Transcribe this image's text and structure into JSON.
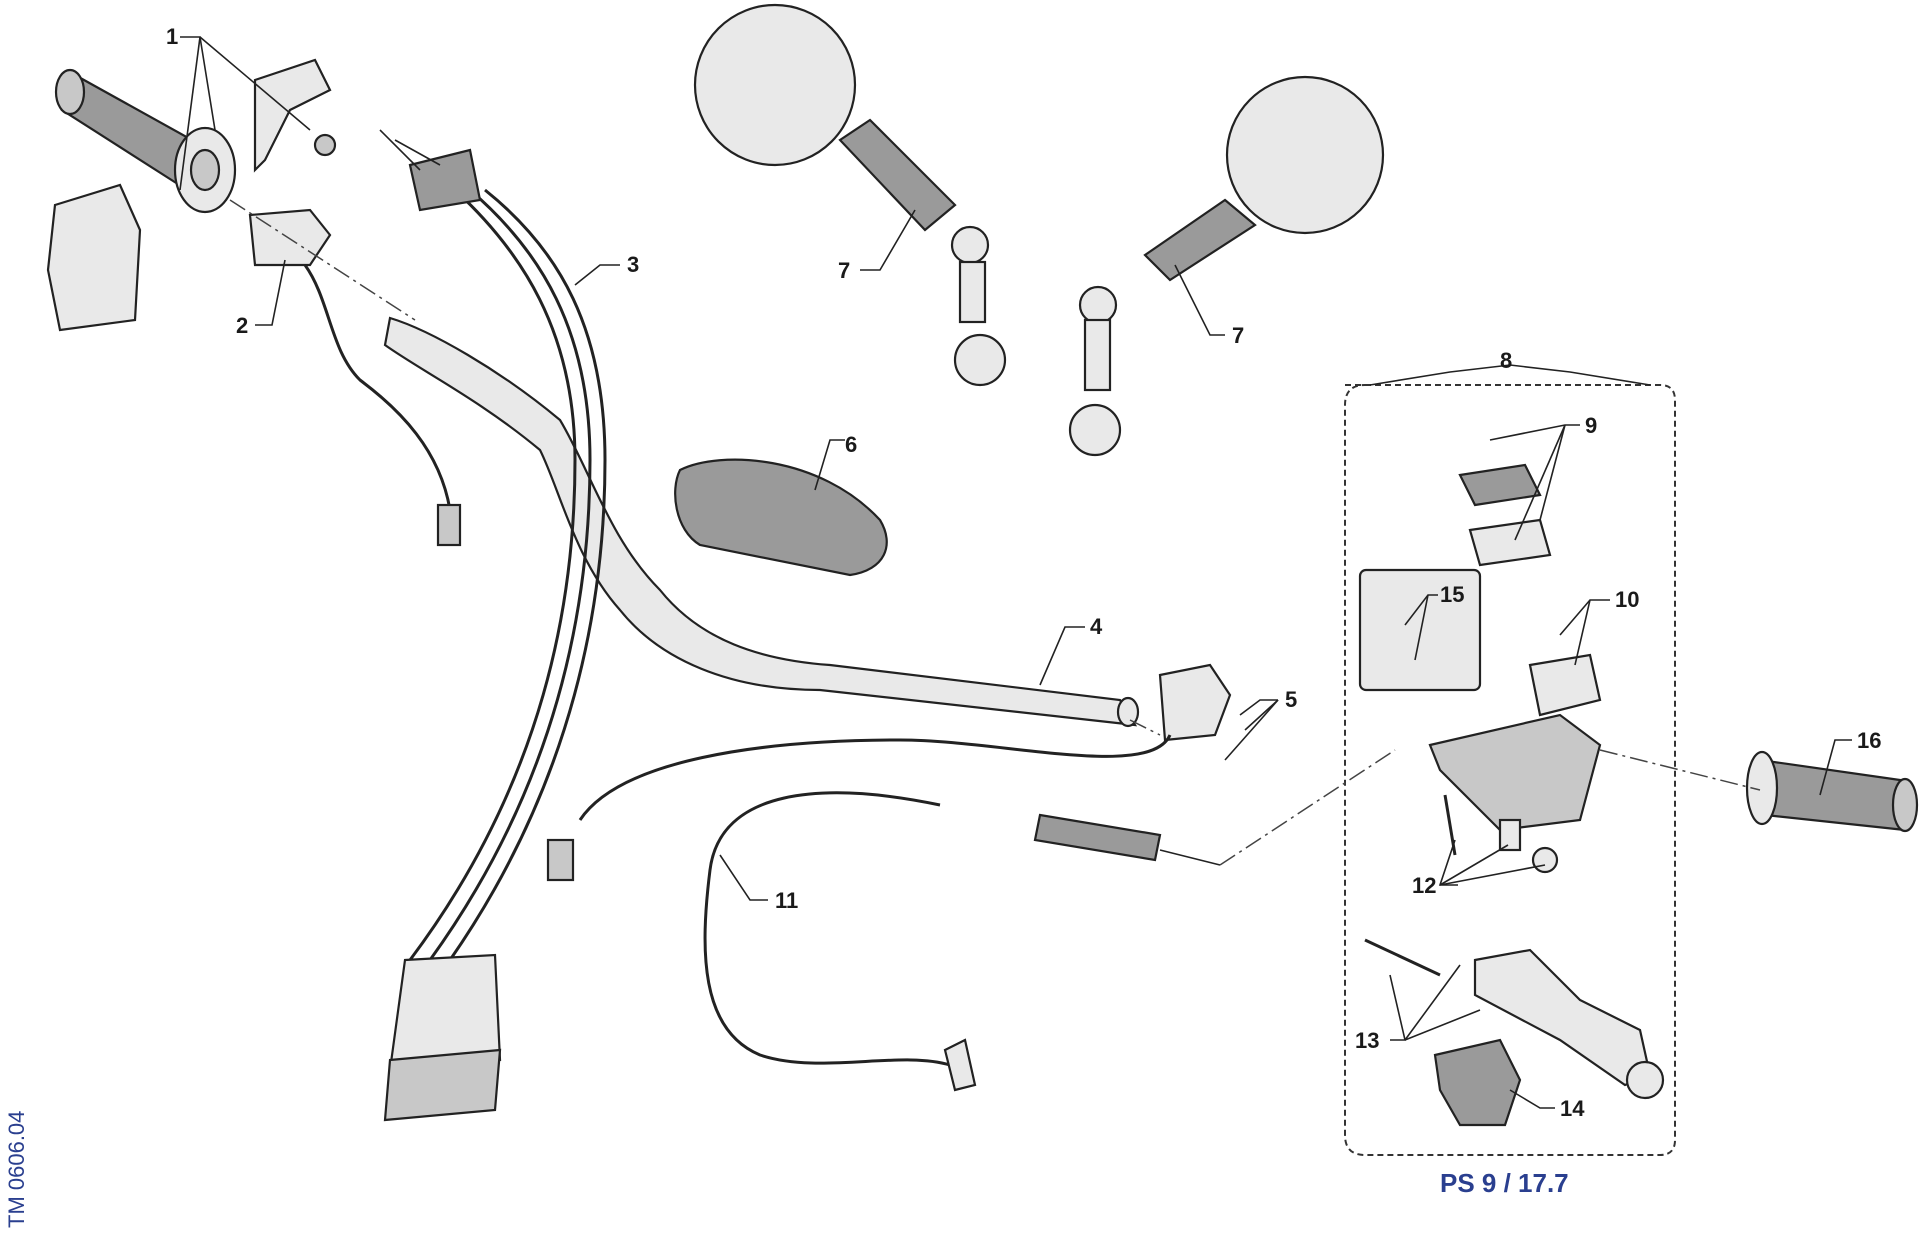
{
  "diagram": {
    "callouts": [
      {
        "id": "c1",
        "text": "1"
      },
      {
        "id": "c2",
        "text": "2"
      },
      {
        "id": "c3",
        "text": "3"
      },
      {
        "id": "c4",
        "text": "4"
      },
      {
        "id": "c5",
        "text": "5"
      },
      {
        "id": "c6",
        "text": "6"
      },
      {
        "id": "c7a",
        "text": "7"
      },
      {
        "id": "c7b",
        "text": "7"
      },
      {
        "id": "c8",
        "text": "8"
      },
      {
        "id": "c9",
        "text": "9"
      },
      {
        "id": "c10",
        "text": "10"
      },
      {
        "id": "c11",
        "text": "11"
      },
      {
        "id": "c12",
        "text": "12"
      },
      {
        "id": "c13",
        "text": "13"
      },
      {
        "id": "c14",
        "text": "14"
      },
      {
        "id": "c15",
        "text": "15"
      },
      {
        "id": "c16",
        "text": "16"
      }
    ],
    "group_caption": "PS 9 / 17.7",
    "drawing_code": "TM 0606.04"
  }
}
